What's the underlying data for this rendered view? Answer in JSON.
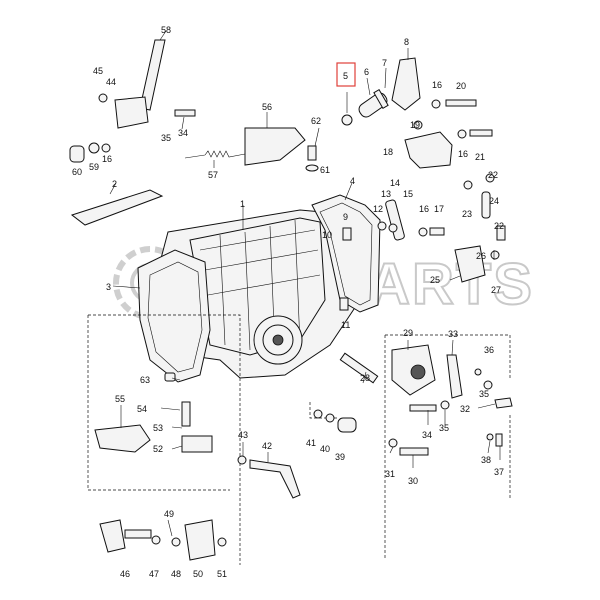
{
  "watermark": "PPMPARTS",
  "highlight_color": "#e0403a",
  "callouts": [
    {
      "num": "1"
    },
    {
      "num": "2"
    },
    {
      "num": "3"
    },
    {
      "num": "4"
    },
    {
      "num": "5",
      "highlighted": true
    },
    {
      "num": "6"
    },
    {
      "num": "7"
    },
    {
      "num": "8"
    },
    {
      "num": "9"
    },
    {
      "num": "10"
    },
    {
      "num": "11"
    },
    {
      "num": "12"
    },
    {
      "num": "13"
    },
    {
      "num": "14"
    },
    {
      "num": "15"
    },
    {
      "num": "16"
    },
    {
      "num": "17"
    },
    {
      "num": "18"
    },
    {
      "num": "19"
    },
    {
      "num": "20"
    },
    {
      "num": "21"
    },
    {
      "num": "22"
    },
    {
      "num": "23"
    },
    {
      "num": "24"
    },
    {
      "num": "25"
    },
    {
      "num": "26"
    },
    {
      "num": "27"
    },
    {
      "num": "28"
    },
    {
      "num": "29"
    },
    {
      "num": "30"
    },
    {
      "num": "31"
    },
    {
      "num": "32"
    },
    {
      "num": "33"
    },
    {
      "num": "34"
    },
    {
      "num": "35"
    },
    {
      "num": "36"
    },
    {
      "num": "37"
    },
    {
      "num": "38"
    },
    {
      "num": "39"
    },
    {
      "num": "40"
    },
    {
      "num": "41"
    },
    {
      "num": "42"
    },
    {
      "num": "43"
    },
    {
      "num": "44"
    },
    {
      "num": "45"
    },
    {
      "num": "46"
    },
    {
      "num": "47"
    },
    {
      "num": "48"
    },
    {
      "num": "49"
    },
    {
      "num": "50"
    },
    {
      "num": "51"
    },
    {
      "num": "52"
    },
    {
      "num": "53"
    },
    {
      "num": "54"
    },
    {
      "num": "55"
    },
    {
      "num": "56"
    },
    {
      "num": "57"
    },
    {
      "num": "58"
    },
    {
      "num": "59"
    },
    {
      "num": "60"
    },
    {
      "num": "61"
    },
    {
      "num": "62"
    },
    {
      "num": "63"
    }
  ]
}
